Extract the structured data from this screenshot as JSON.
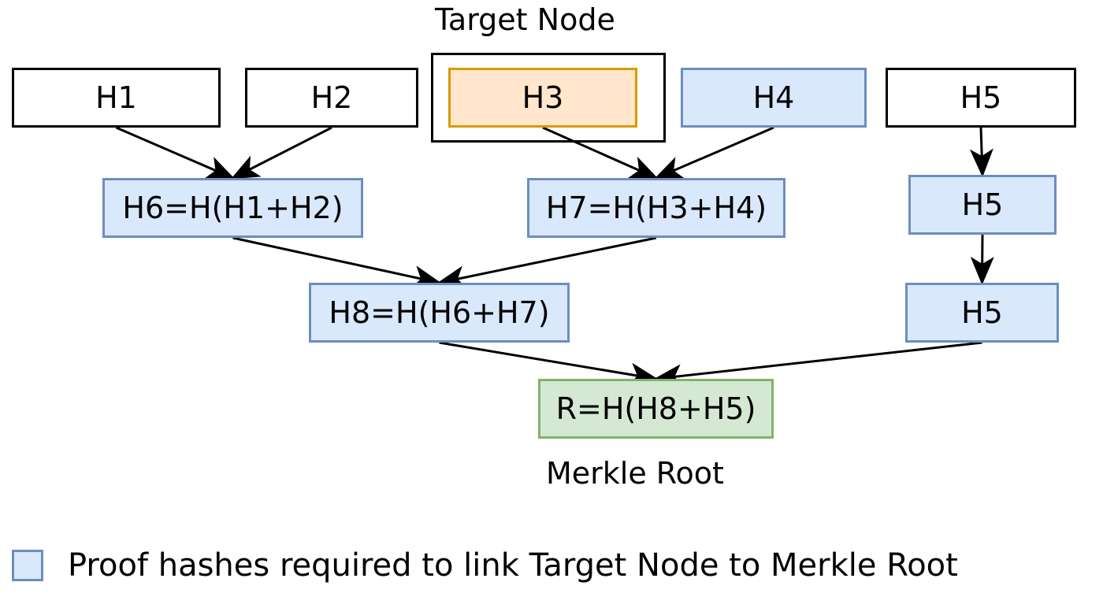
{
  "diagram": {
    "captions": {
      "target_label": "Target Node",
      "root_label": "Merkle Root"
    },
    "nodes": {
      "h1": "H1",
      "h2": "H2",
      "h3": "H3",
      "h4": "H4",
      "h5": "H5",
      "h6": "H6=H(H1+H2)",
      "h7": "H7=H(H3+H4)",
      "h5_mid": "H5",
      "h8": "H8=H(H6+H7)",
      "h5_low": "H5",
      "root": "R=H(H8+H5)"
    },
    "edges": [
      {
        "from": "h1",
        "to": "h6"
      },
      {
        "from": "h2",
        "to": "h6"
      },
      {
        "from": "h3",
        "to": "h7"
      },
      {
        "from": "h4",
        "to": "h7"
      },
      {
        "from": "h5",
        "to": "h5_mid"
      },
      {
        "from": "h6",
        "to": "h8"
      },
      {
        "from": "h7",
        "to": "h8"
      },
      {
        "from": "h5_mid",
        "to": "h5_low"
      },
      {
        "from": "h8",
        "to": "root"
      },
      {
        "from": "h5_low",
        "to": "root"
      }
    ],
    "legend": {
      "text": "Proof hashes required to link Target Node to Merkle Root"
    },
    "colors": {
      "proof_fill": "#dae8fc",
      "proof_stroke": "#6c8ebf",
      "target_fill": "#ffe6cc",
      "target_stroke": "#d79b00",
      "root_fill": "#d5e8d4",
      "root_stroke": "#82b366",
      "edge": "#000000"
    }
  }
}
